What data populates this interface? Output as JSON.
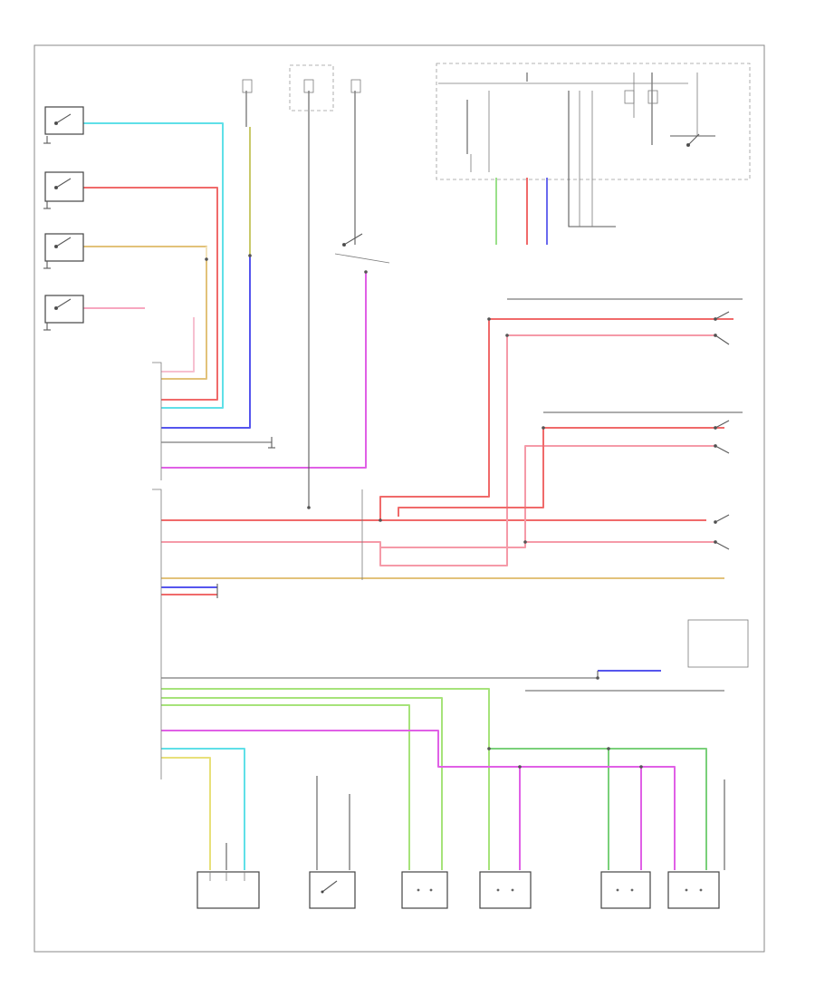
{
  "diagram": {
    "caption": "",
    "components": [
      {
        "id": "switch-1",
        "name": "",
        "shape": "switch"
      },
      {
        "id": "switch-2",
        "name": "",
        "shape": "switch"
      },
      {
        "id": "switch-3",
        "name": "",
        "shape": "switch"
      },
      {
        "id": "switch-4",
        "name": "",
        "shape": "switch"
      },
      {
        "id": "bottom-module-1",
        "name": "",
        "shape": "module"
      },
      {
        "id": "bottom-switch",
        "name": "",
        "shape": "switch-box"
      },
      {
        "id": "door-lock-1",
        "name": "",
        "shape": "actuator"
      },
      {
        "id": "door-lock-2",
        "name": "",
        "shape": "actuator"
      },
      {
        "id": "door-lock-3",
        "name": "",
        "shape": "actuator"
      },
      {
        "id": "door-lock-4",
        "name": "",
        "shape": "actuator"
      }
    ],
    "wire_colors": {
      "cyan": "#5fe0e8",
      "red": "#f06a6a",
      "tan": "#e2c27a",
      "pink": "#f7a7c0",
      "blue": "#5555ee",
      "magenta": "#e060e6",
      "green": "#7ad07a",
      "lightgreen": "#a6e37a",
      "yellow": "#e8e07a",
      "olive": "#9aa050",
      "black": "#5a5a5a"
    }
  }
}
